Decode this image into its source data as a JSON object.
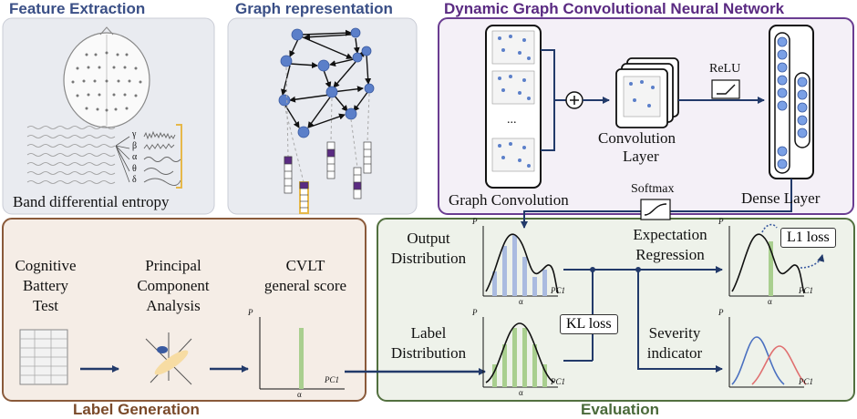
{
  "sections": {
    "feature_extraction": "Feature Extraction",
    "graph_representation": "Graph representation",
    "dgcnn": "Dynamic Graph Convolutional Neural Network",
    "label_generation": "Label Generation",
    "evaluation": "Evaluation"
  },
  "feature": {
    "band_caption": "Band differential entropy",
    "bands": [
      "γ",
      "β",
      "α",
      "θ",
      "δ"
    ]
  },
  "dgcnn": {
    "graph_conv": "Graph Convolution",
    "conv_layer_1": "Convolution",
    "conv_layer_2": "Layer",
    "relu": "ReLU",
    "dense": "Dense Layer",
    "softmax": "Softmax",
    "ellipsis": "..."
  },
  "label_gen": {
    "cognitive": [
      "Cognitive",
      "Battery",
      "Test"
    ],
    "pca": [
      "Principal",
      "Component",
      "Analysis"
    ],
    "cvlt": [
      "CVLT",
      "general score"
    ]
  },
  "evaluation": {
    "output_dist": [
      "Output",
      "Distribution"
    ],
    "label_dist": [
      "Label",
      "Distribution"
    ],
    "kl_loss": "KL loss",
    "expectation": [
      "Expectation",
      "Regression"
    ],
    "l1_loss": "L1 loss",
    "severity": [
      "Severity",
      "indicator"
    ]
  },
  "axes": {
    "p": "P",
    "pc1": "PC1",
    "alpha": "α"
  },
  "colors": {
    "blue_section": "#3a4f86",
    "purple_section": "#5a2a82",
    "brown_section": "#7a4a2a",
    "green_section": "#4a6a3a",
    "arrow": "#223a6a",
    "bar_blue": "#aabbe0",
    "bar_green": "#a9cf8f",
    "node": "#5b7fc9"
  }
}
